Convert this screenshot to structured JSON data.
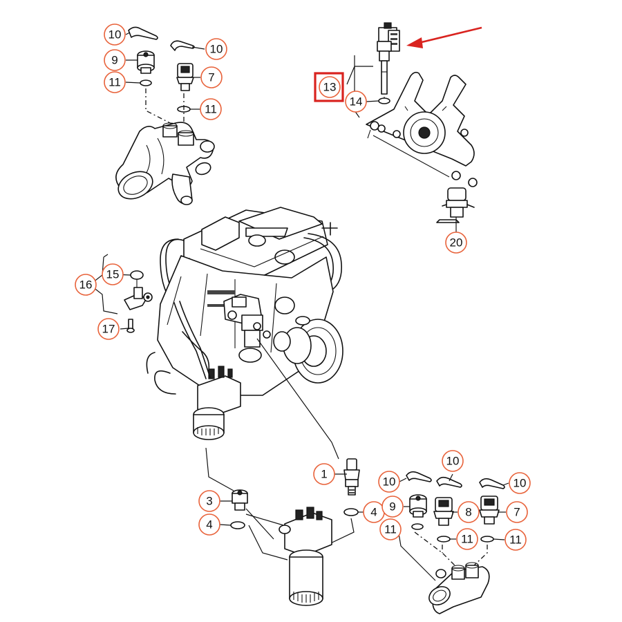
{
  "diagram": {
    "callouts": [
      {
        "id": "c10a",
        "text": "10"
      },
      {
        "id": "c10b",
        "text": "10"
      },
      {
        "id": "c9a",
        "text": "9"
      },
      {
        "id": "c7a",
        "text": "7"
      },
      {
        "id": "c11a",
        "text": "11"
      },
      {
        "id": "c11b",
        "text": "11"
      },
      {
        "id": "c13",
        "text": "13"
      },
      {
        "id": "c14",
        "text": "14"
      },
      {
        "id": "c20",
        "text": "20"
      },
      {
        "id": "c15",
        "text": "15"
      },
      {
        "id": "c16",
        "text": "16"
      },
      {
        "id": "c17",
        "text": "17"
      },
      {
        "id": "c1",
        "text": "1"
      },
      {
        "id": "c3",
        "text": "3"
      },
      {
        "id": "c4a",
        "text": "4"
      },
      {
        "id": "c4b",
        "text": "4"
      },
      {
        "id": "c10c",
        "text": "10"
      },
      {
        "id": "c10d",
        "text": "10"
      },
      {
        "id": "c10e",
        "text": "10"
      },
      {
        "id": "c9b",
        "text": "9"
      },
      {
        "id": "c8",
        "text": "8"
      },
      {
        "id": "c7b",
        "text": "7"
      },
      {
        "id": "c11c",
        "text": "11"
      },
      {
        "id": "c11d",
        "text": "11"
      },
      {
        "id": "c11e",
        "text": "11"
      }
    ],
    "colors": {
      "callout_ring": "#e8623a",
      "highlight_box": "#d9231f",
      "arrow": "#d9231f",
      "line": "#111111"
    },
    "highlight_target": "13"
  }
}
